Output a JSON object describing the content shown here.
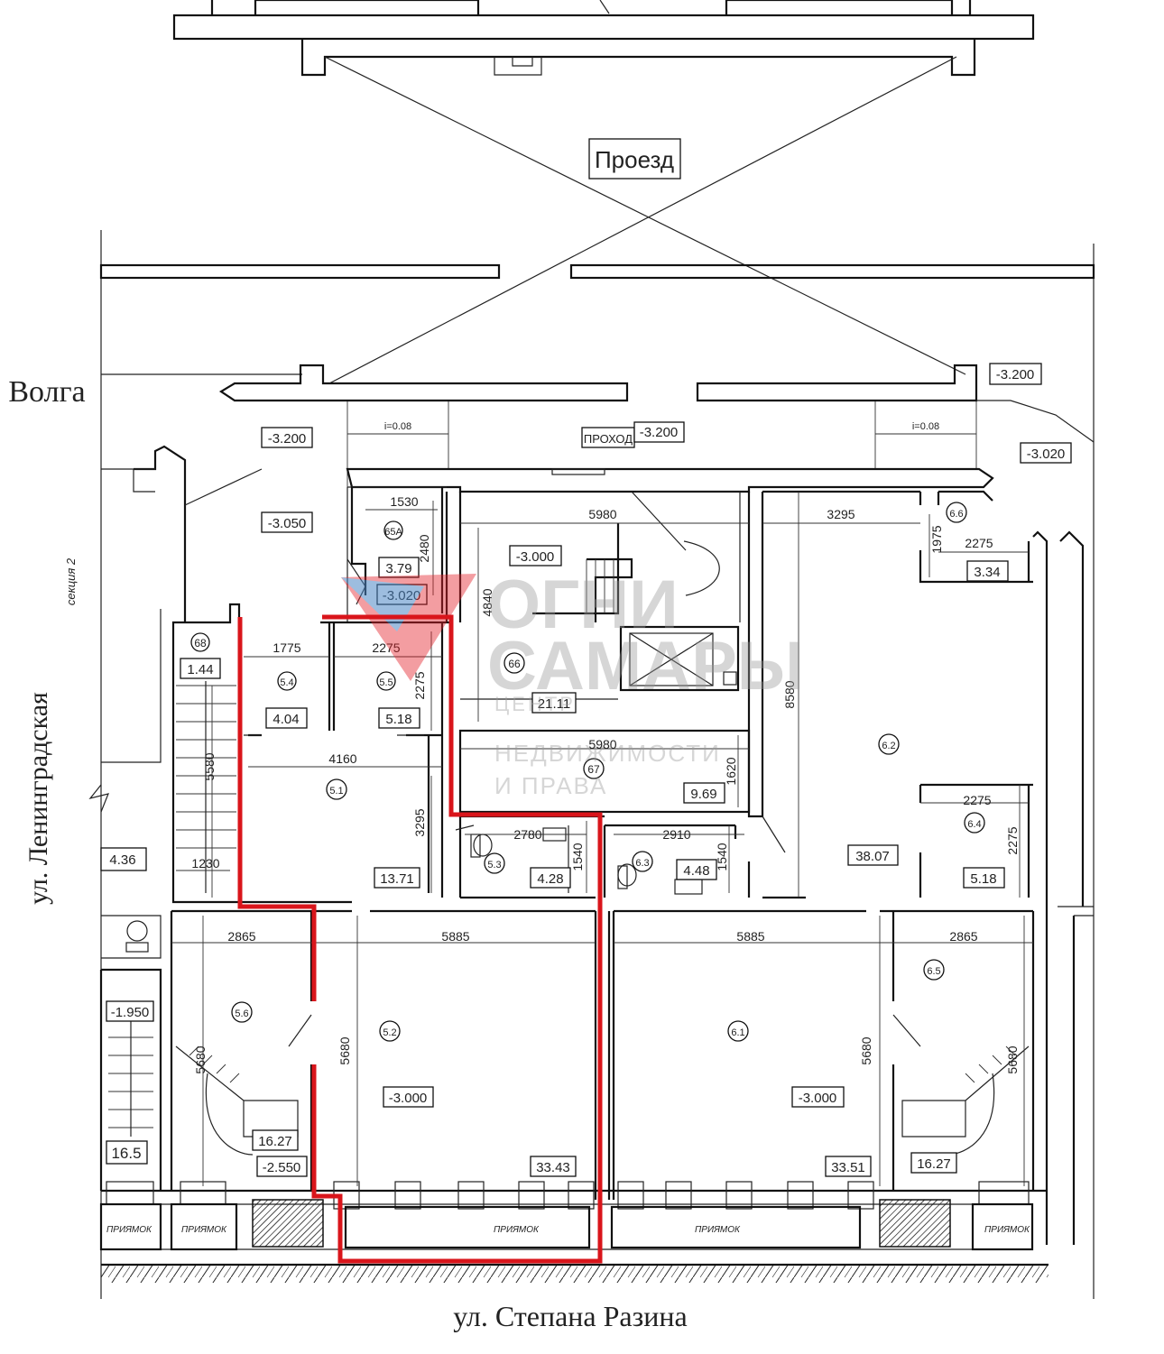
{
  "streets": {
    "volga": "Волга",
    "leningradskaya": "ул. Ленинградская",
    "stepana_razina": "ул. Степана Разина",
    "section": "секция 2"
  },
  "passage": {
    "proezd": "Проезд",
    "prokhod": "ПРОХОД"
  },
  "slopes": [
    "i=0.08",
    "i=0.08"
  ],
  "levels": {
    "top_right": "-3.200",
    "left_entry": "-3.200",
    "prokhod": "-3.200",
    "right_entry": "-3.020",
    "hall": "-3.050",
    "room_65a": "-3.020",
    "stair_66": "-3.000",
    "room_52": "-3.000",
    "room_61": "-3.000",
    "room_56": "-2.550",
    "left_stair": "-1.950"
  },
  "rooms": [
    {
      "id": "65A",
      "area": "3.79"
    },
    {
      "id": "68",
      "area": "1.44"
    },
    {
      "id": "5.4",
      "area": "4.04"
    },
    {
      "id": "5.5",
      "area": "5.18"
    },
    {
      "id": "66",
      "area": "21.11"
    },
    {
      "id": "67",
      "area": "9.69"
    },
    {
      "id": "5.1",
      "area": "13.71"
    },
    {
      "id": "5.3",
      "area": "4.28"
    },
    {
      "id": "6.3",
      "area": "4.48"
    },
    {
      "id": "6.6",
      "area": "3.34"
    },
    {
      "id": "6.2",
      "area": "38.07"
    },
    {
      "id": "6.4",
      "area": "5.18"
    },
    {
      "id": "5.6",
      "area": "16.27"
    },
    {
      "id": "5.2",
      "area": "33.43"
    },
    {
      "id": "6.1",
      "area": "33.51"
    },
    {
      "id": "6.5",
      "area": "16.27"
    }
  ],
  "extra_areas": {
    "left_wc": "4.36",
    "left_stair": "16.5"
  },
  "dimensions": {
    "d1530": "1530",
    "d2480": "2480",
    "d5980a": "5980",
    "d4840": "4840",
    "d3295a": "3295",
    "d1975": "1975",
    "d2275a": "2275",
    "d1775": "1775",
    "d2275b": "2275",
    "d2275c": "2275",
    "d8580": "8580",
    "d5580": "5580",
    "d4160": "4160",
    "d5980b": "5980",
    "d1620": "1620",
    "d3295b": "3295",
    "d2780": "2780",
    "d1540a": "1540",
    "d2910": "2910",
    "d1540b": "1540",
    "d2275d": "2275",
    "d2275e": "2275",
    "d1230": "1230",
    "d2865a": "2865",
    "d5885a": "5885",
    "d5885b": "5885",
    "d2865b": "2865",
    "d5680a": "5680",
    "d5680b": "5680",
    "d5680c": "5680",
    "d5680d": "5680"
  },
  "pits": {
    "p1": "ПРИЯМОК",
    "p2": "ПРИЯМОК",
    "p3": "ПРИЯМОК",
    "p4": "ПРИЯМОК",
    "p5": "ПРИЯМОК"
  },
  "watermark": {
    "line1": "ОГНИ",
    "line2": "САМАРЫ",
    "sub1": "ЦЕНТР",
    "sub2": "НЕДВИЖИМОСТИ",
    "sub3": "И ПРАВА",
    "red": "#e32028",
    "blue": "#3d8fd1"
  },
  "highlight_color": "#d9151b"
}
